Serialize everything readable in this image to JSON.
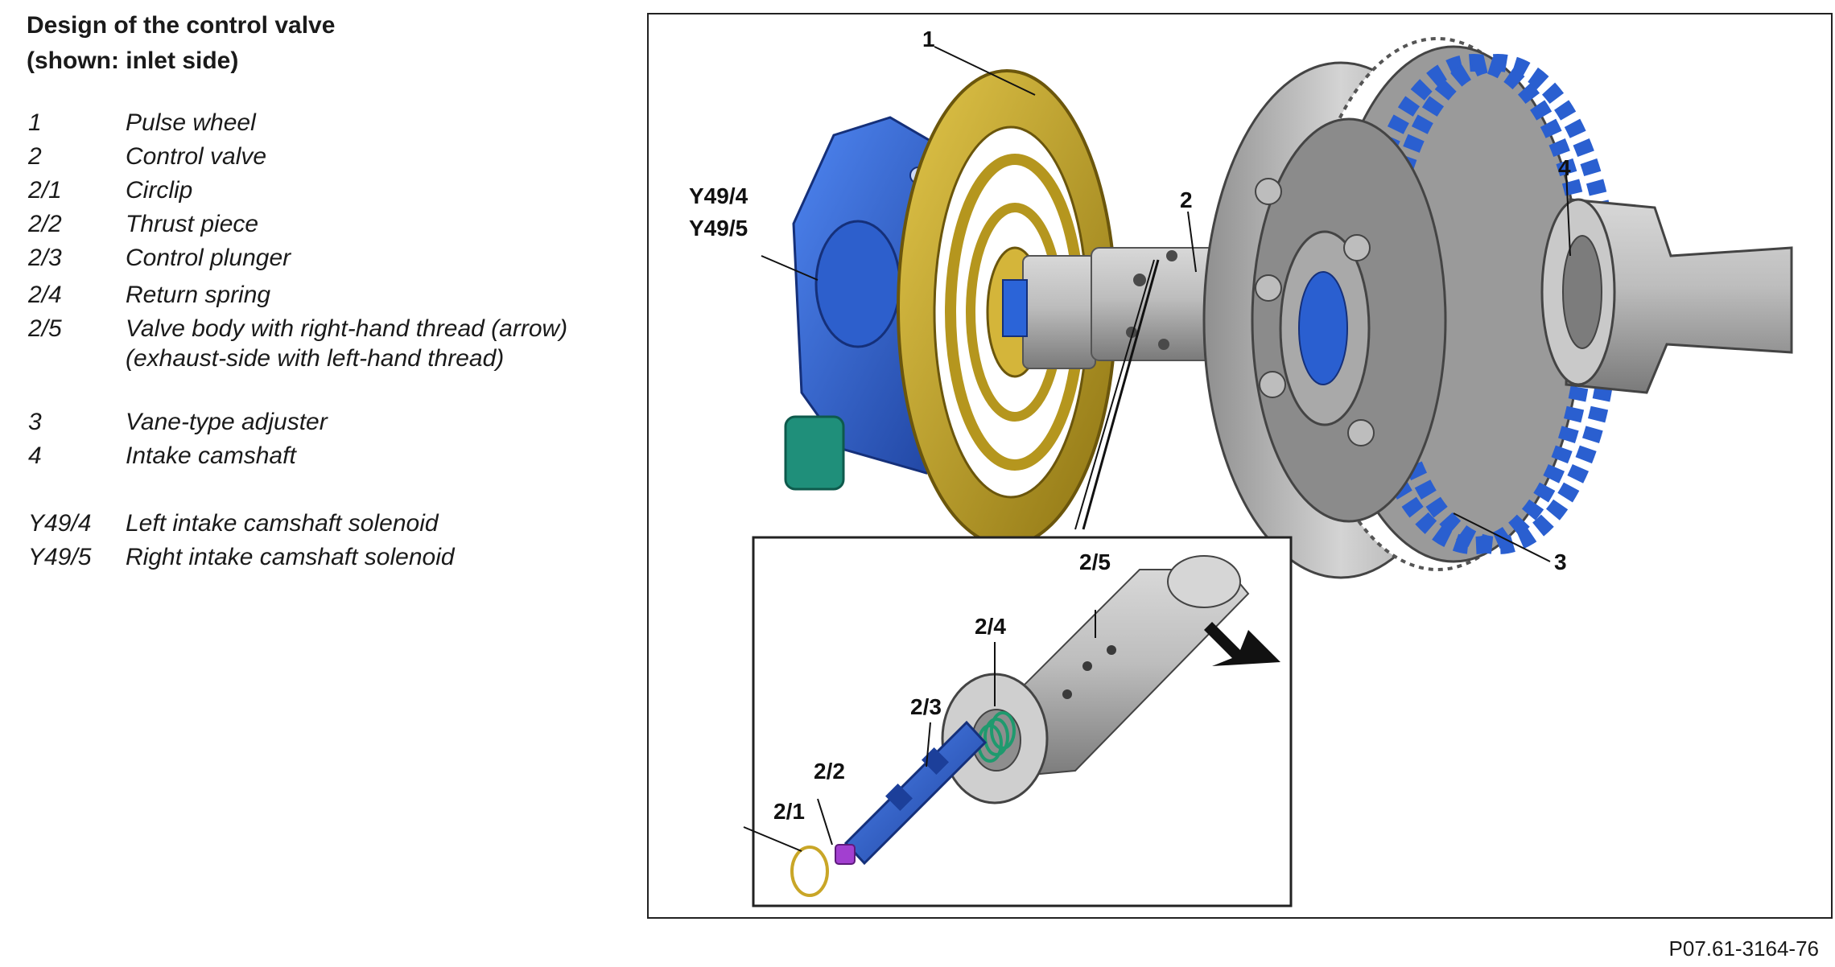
{
  "title": {
    "line1": "Design of the control valve",
    "line2": "(shown: inlet side)"
  },
  "legend": [
    {
      "key": "1",
      "desc": "Pulse wheel"
    },
    {
      "key": "2",
      "desc": "Control valve"
    },
    {
      "key": "2/1",
      "desc": "Circlip"
    },
    {
      "key": "2/2",
      "desc": "Thrust piece"
    },
    {
      "key": "2/3",
      "desc": "Control plunger"
    },
    {
      "key": "2/4",
      "desc": "Return spring"
    },
    {
      "key": "2/5",
      "desc": "Valve body with right-hand thread (arrow) (exhaust-side with left-hand thread)"
    },
    {
      "key": "3",
      "desc": "Vane-type adjuster"
    },
    {
      "key": "4",
      "desc": "Intake camshaft"
    },
    {
      "key": "Y49/4",
      "desc": "Left intake camshaft solenoid"
    },
    {
      "key": "Y49/5",
      "desc": "Right intake camshaft solenoid"
    }
  ],
  "callouts": {
    "c1": "1",
    "c2": "2",
    "c3": "3",
    "c4": "4",
    "y494": "Y49/4",
    "y495": "Y49/5",
    "c21": "2/1",
    "c22": "2/2",
    "c23": "2/3",
    "c24": "2/4",
    "c25": "2/5"
  },
  "figure_id": "P07.61-3164-76",
  "colors": {
    "solenoid_blue": "#2a5fd0",
    "pulse_wheel_gold": "#c9a627",
    "metal_gray": "#b9b9b9",
    "connector_green": "#1f8f7a",
    "thrust_piece_purple": "#a23fd0"
  }
}
